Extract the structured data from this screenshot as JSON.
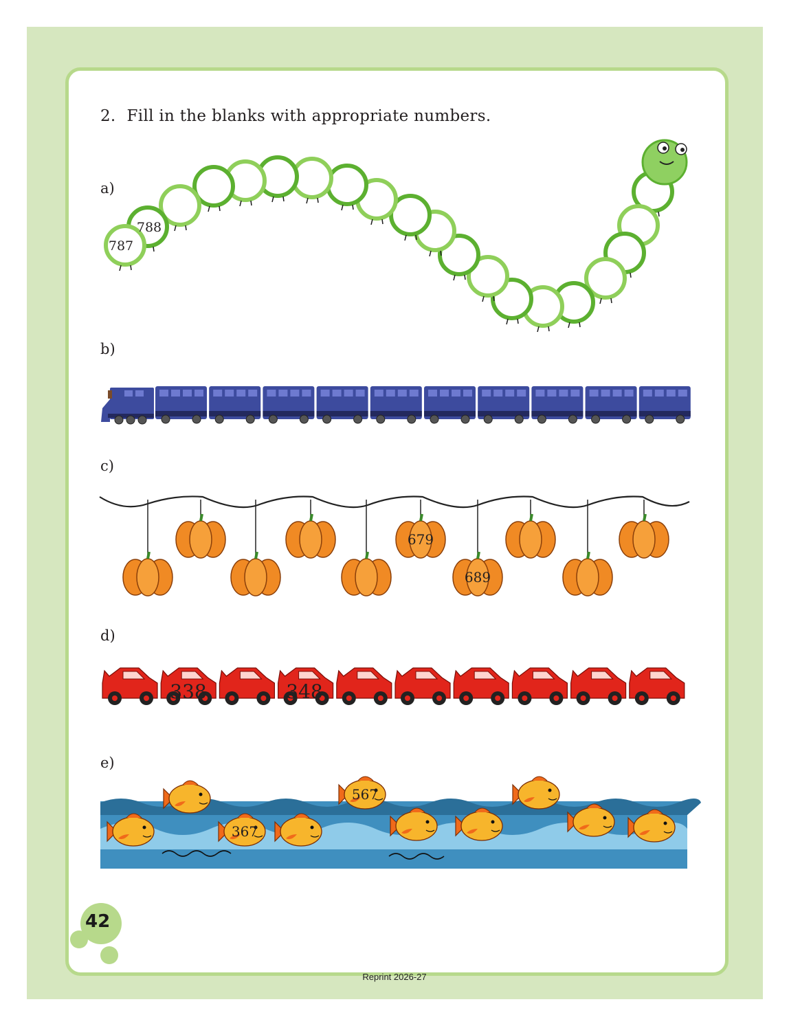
{
  "question": {
    "number": "2.",
    "text": "Fill in the blanks with appropriate numbers."
  },
  "parts": [
    {
      "label": "a)",
      "picture": "caterpillar",
      "segments": 20,
      "given": [
        "787",
        "788"
      ]
    },
    {
      "label": "b)",
      "picture": "train",
      "coaches": 10,
      "given": []
    },
    {
      "label": "c)",
      "picture": "hanging-pumpkins",
      "pumpkins": 10,
      "given": [
        "679",
        "689"
      ]
    },
    {
      "label": "d)",
      "picture": "red-cars",
      "cars": 10,
      "given": [
        "338",
        "348"
      ]
    },
    {
      "label": "e)",
      "picture": "fish-in-waves",
      "fish": 10,
      "given": [
        "367",
        "567"
      ]
    }
  ],
  "page_number": "42",
  "footer": "Reprint 2026-27",
  "colors": {
    "frame": "#d6e7bf",
    "border": "#b7d98b",
    "caterpillar": "#5cb030",
    "train": "#3d4b9e",
    "pumpkin": "#f08a24",
    "car": "#e1251b",
    "fish": "#f7b52c",
    "water": "#3f8fbf"
  }
}
